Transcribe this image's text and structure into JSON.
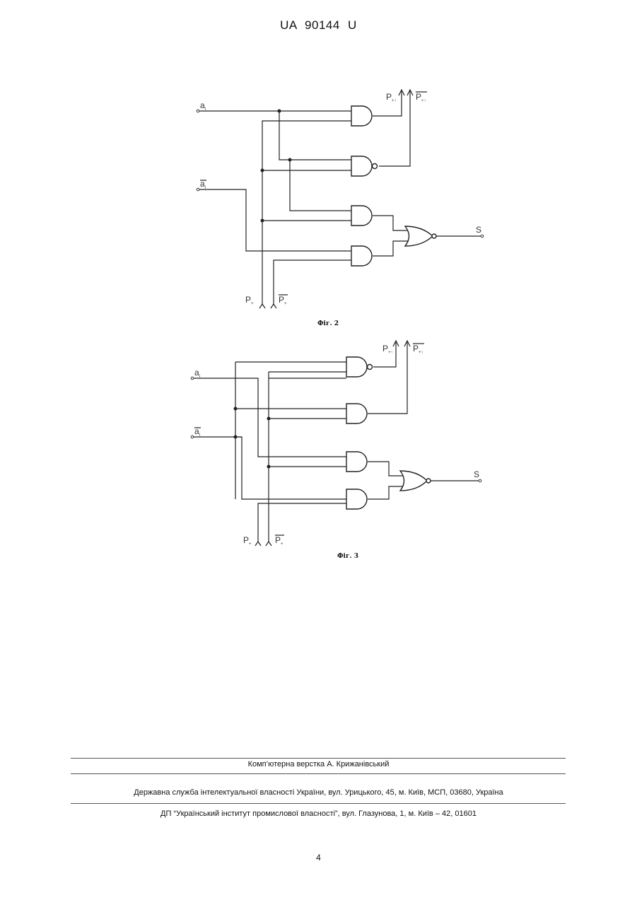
{
  "header": {
    "title": "UA   90144   U"
  },
  "fig2": {
    "caption": "Фіг. 2",
    "labels": {
      "a": "a",
      "a_bar": "a",
      "s": "S",
      "p_out1": "P",
      "p_out2": "P",
      "p_in1": "P",
      "p_in2": "P"
    },
    "subs": {
      "a": "i",
      "a_bar": "i",
      "p_out1": "+↑",
      "p_out2": "+↑",
      "p_in1": "+",
      "p_in2": "+"
    }
  },
  "fig3": {
    "caption": "Фіг. 3",
    "labels": {
      "a": "a",
      "a_bar": "a",
      "s": "S",
      "p_out1": "P",
      "p_out2": "P",
      "p_in1": "P",
      "p_in2": "P"
    },
    "subs": {
      "a": "i",
      "a_bar": "i",
      "p_out1": "+↑",
      "p_out2": "+↑",
      "p_in1": "+",
      "p_in2": "+"
    }
  },
  "footer": {
    "layout": "Комп’ютерна верстка А. Крижанівський",
    "office": "Державна служба інтелектуальної власності України, вул. Урицького, 45, м. Київ, МСП, 03680, Україна",
    "institute": "ДП “Український інститут промислової власності”, вул. Глазунова, 1, м. Київ – 42, 01601",
    "page_number": "4"
  }
}
